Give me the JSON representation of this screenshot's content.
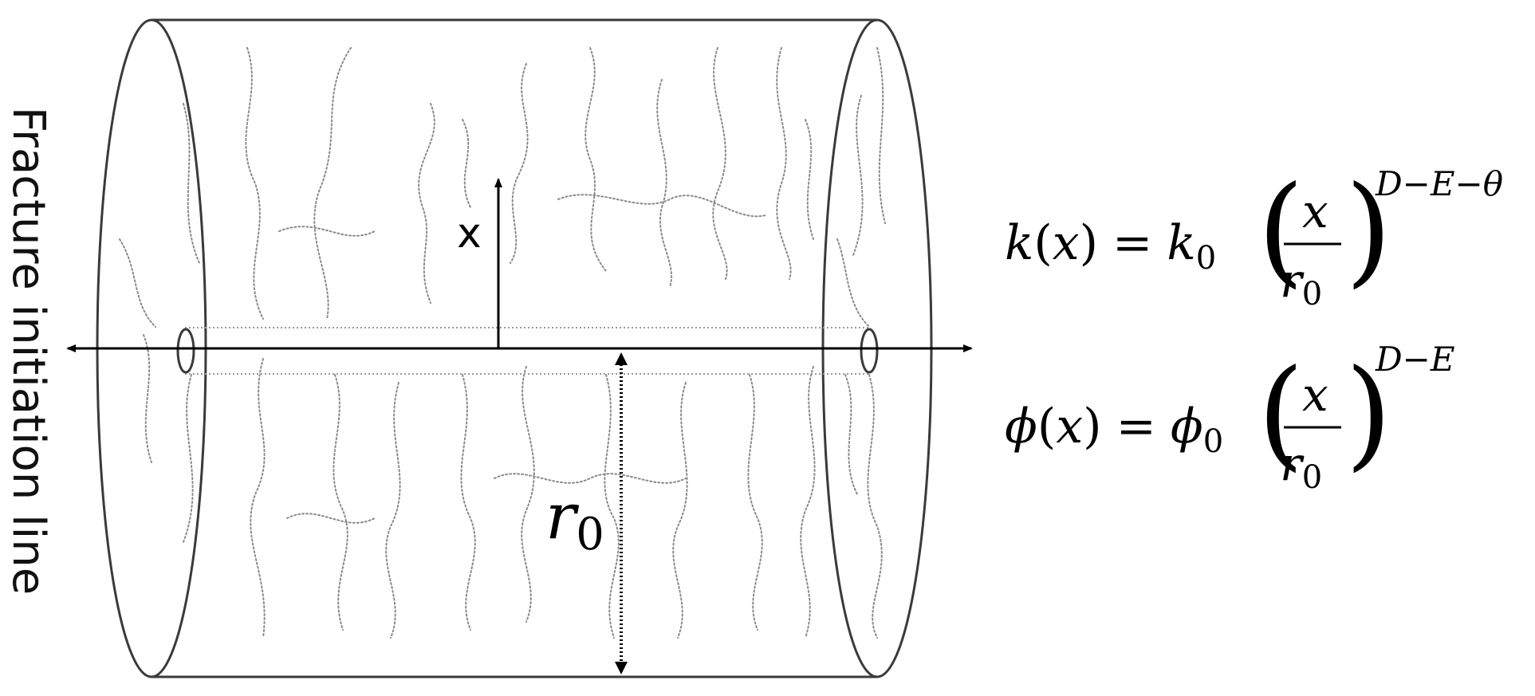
{
  "side_label": "Fracture initiation line",
  "axis_label": "x",
  "radius_symbol": "r",
  "radius_subscript": "0",
  "equations": [
    {
      "lhs_func": "k",
      "lhs_arg": "x",
      "eq": "=",
      "coef": "k",
      "coef_sub": "0",
      "frac_num": "x",
      "frac_den": "r",
      "frac_den_sub": "0",
      "exponent": "D−E−θ"
    },
    {
      "lhs_func": "ϕ",
      "lhs_arg": "x",
      "eq": "=",
      "coef": "ϕ",
      "coef_sub": "0",
      "frac_num": "x",
      "frac_den": "r",
      "frac_den_sub": "0",
      "exponent": "D−E"
    }
  ],
  "colors": {
    "outline": "#3a3a3a",
    "fracture": "#8a8a8a",
    "arrow": "#000000"
  }
}
